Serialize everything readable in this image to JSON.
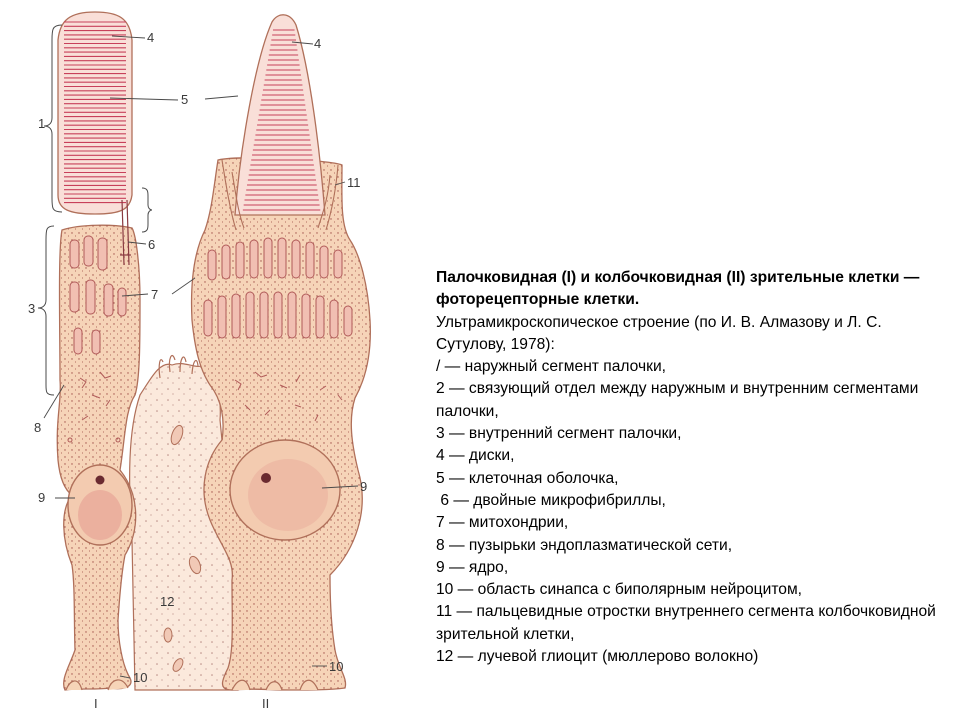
{
  "caption": {
    "title": "Палочковидная (I) и колбочковидная (II) зрительные клетки — фоторецепторные клетки.",
    "subtitle": "Ультрамикроскопическое строение (по И. В. Алмазову и Л. С. Сутулову, 1978):",
    "legend": [
      "/ — наружный сегмент палочки,",
      "2 — связующий отдел между наружным и внутренним сегментами палочки,",
      "3 — внутренний сегмент палочки,",
      "4 — диски,",
      "5 — клеточная оболочка,",
      " 6 — двойные микрофибриллы,",
      "7 — митохондрии,",
      "8 — пузырьки эндоплазматической сети,",
      "9 — ядро,",
      "10 — область синапса с биполярным нейроцитом,",
      "11 — пальцевидные отростки внутреннего сегмента колбочковидной зрительной клетки,",
      "12 — лучевой глиоцит (мюллерово волокно)"
    ]
  },
  "figure_labels": {
    "l1": "1",
    "l3": "3",
    "l8": "8",
    "l9a": "9",
    "l4a": "4",
    "l5": "5",
    "l6": "6",
    "l7": "7",
    "l4b": "4",
    "l11": "11",
    "l9b": "9",
    "l12": "12",
    "l10a": "10",
    "l10b": "10",
    "cellI": "I",
    "cellII": "II"
  },
  "colors": {
    "cytoplasm": "#f6d4b8",
    "glia": "#fbe9dc",
    "outline": "#b0705a",
    "disc": "#c8405a",
    "dots": "#9a4a48"
  }
}
